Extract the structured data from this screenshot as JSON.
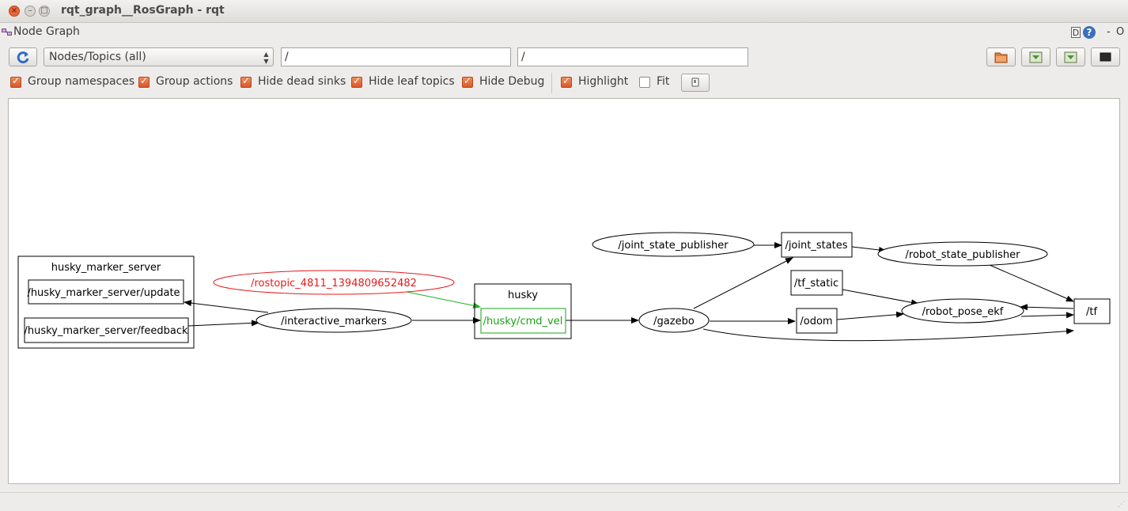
{
  "window": {
    "title": "rqt_graph__RosGraph - rqt",
    "close_glyph": "×",
    "min_glyph": "–",
    "max_glyph": "□"
  },
  "plugin": {
    "title": "Node Graph",
    "ctl_d": "D",
    "ctl_help": "?",
    "ctl_min": "-",
    "ctl_close": "O"
  },
  "toolbar": {
    "combo_value": "Nodes/Topics (all)",
    "combo_arrow": "▲▼",
    "node_filter": "/",
    "topic_filter": "/"
  },
  "options": [
    {
      "label": "Group namespaces",
      "checked": true
    },
    {
      "label": "Group actions",
      "checked": true
    },
    {
      "label": "Hide dead sinks",
      "checked": true
    },
    {
      "label": "Hide leaf topics",
      "checked": true
    },
    {
      "label": "Hide Debug",
      "checked": true
    },
    {
      "label": "Highlight",
      "checked": true
    },
    {
      "label": "Fit",
      "checked": false
    }
  ],
  "check_glyph": "✓",
  "colors": {
    "accent_orange": "#e16b38",
    "highlight_red": "#e81a1a",
    "highlight_green": "#17a317",
    "edge_green": "#22b022"
  },
  "graph": {
    "clusters": {
      "husky_marker_server": "husky_marker_server",
      "husky": "husky"
    },
    "topics": {
      "update": "/husky_marker_server/update",
      "feedback": "/husky_marker_server/feedback",
      "cmd_vel": "/husky/cmd_vel",
      "joint_states": "/joint_states",
      "tf_static": "/tf_static",
      "odom": "/odom",
      "tf": "/tf"
    },
    "nodes": {
      "rostopic": "/rostopic_4811_1394809652482",
      "interactive_markers": "/interactive_markers",
      "gazebo": "/gazebo",
      "joint_state_publisher": "/joint_state_publisher",
      "robot_state_publisher": "/robot_state_publisher",
      "robot_pose_ekf": "/robot_pose_ekf"
    }
  }
}
